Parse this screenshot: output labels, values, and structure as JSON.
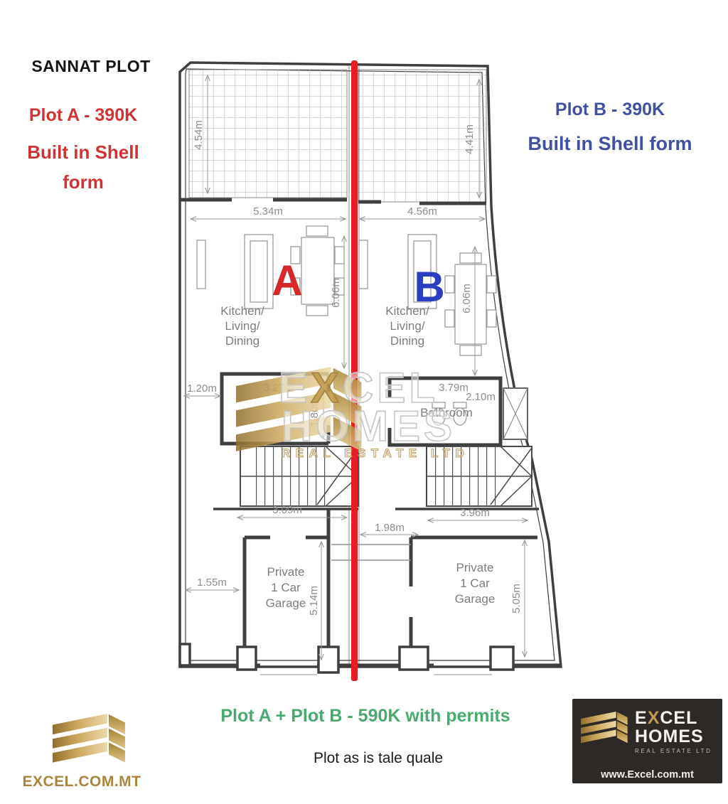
{
  "title": "SANNAT PLOT",
  "plotA": {
    "price": "Plot A - 390K",
    "shell1": "Built in Shell",
    "shell2": "form",
    "letter": "A"
  },
  "plotB": {
    "price": "Plot B - 390K",
    "shell": "Built in Shell form",
    "letter": "B"
  },
  "dims": {
    "terraceLeftH": "4.54m",
    "terraceRightH": "4.41m",
    "terraceLeftW": "5.34m",
    "terraceRightW": "4.56m",
    "depthA": "6.06m",
    "depthB": "6.06m",
    "bathAOffset": "1.20m",
    "bathAW": "3.27m",
    "bathAD": "1.80m",
    "bathBW": "3.79m",
    "bathBSide": "2.10m",
    "stairAW": "3.09m",
    "stairBW": "3.96m",
    "betweenGarages": "1.98m",
    "sideA": "1.55m",
    "garageAD": "5.14m",
    "garageBD": "5.05m"
  },
  "rooms": {
    "kitchen1": "Kitchen/",
    "kitchen2": "Living/",
    "kitchen3": "Dining",
    "bathroom": "Bathroom",
    "garage1": "Private",
    "garage2": "1 Car",
    "garage3": "Garage"
  },
  "watermark": {
    "e": "E",
    "x": "X",
    "cel": "CEL",
    "homes": "HOMES",
    "sub": "REAL ESTATE LTD"
  },
  "footer": {
    "combo": "Plot A + Plot B - 590K with permits",
    "note": "Plot as is tale quale"
  },
  "brandLeft": {
    "site": "EXCEL.COM.MT"
  },
  "brandRight": {
    "e": "E",
    "x": "X",
    "cel": "CEL",
    "homes": "HOMES",
    "sub": "REAL ESTATE LTD",
    "web": "www.Excel.com.mt"
  },
  "colors": {
    "plot_a_red": "#cf3434",
    "plot_b_blue": "#41509f",
    "letter_a": "#d62828",
    "letter_b": "#2b3ec2",
    "divider_red": "#e51d25",
    "combo_green": "#47ab6e",
    "gold": "#b08d3f",
    "dark_box": "#2d2926"
  }
}
